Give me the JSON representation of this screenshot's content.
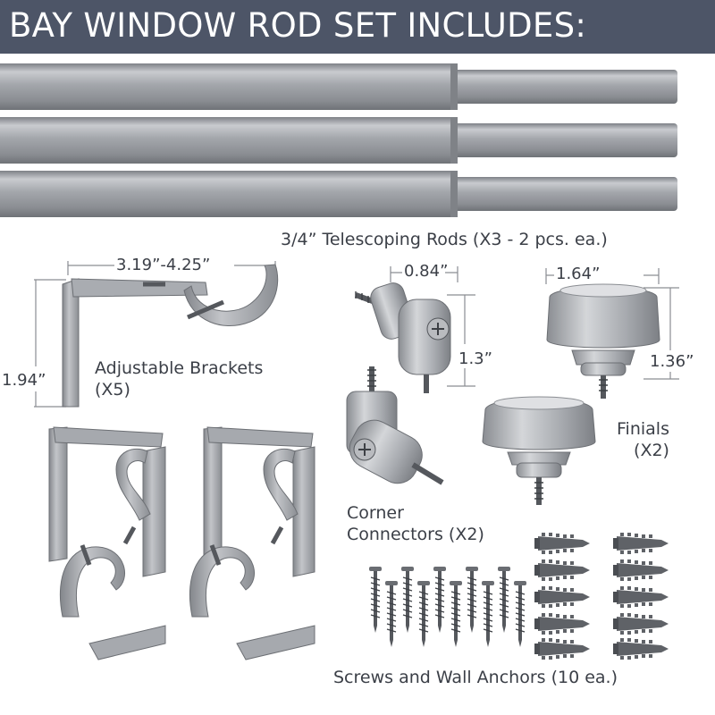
{
  "header": {
    "title": "BAY WINDOW ROD SET INCLUDES:"
  },
  "colors": {
    "header_bg": "#4d5567",
    "metal": "#9ea1a6",
    "text": "#3b3f47"
  },
  "rods": {
    "label": "3/4” Telescoping Rods (X3 - 2 pcs. ea.)"
  },
  "brackets": {
    "label_line1": "Adjustable Brackets",
    "label_line2": "(X5)",
    "width_dim": "3.19”-4.25”",
    "height_dim": "1.94”"
  },
  "connectors": {
    "label_line1": "Corner",
    "label_line2": "Connectors (X2)",
    "width_dim": "0.84”",
    "height_dim": "1.3”"
  },
  "finials": {
    "label_line1": "Finials",
    "label_line2": "(X2)",
    "width_dim": "1.64”",
    "height_dim": "1.36”"
  },
  "hardware": {
    "label": "Screws and Wall Anchors (10 ea.)"
  }
}
